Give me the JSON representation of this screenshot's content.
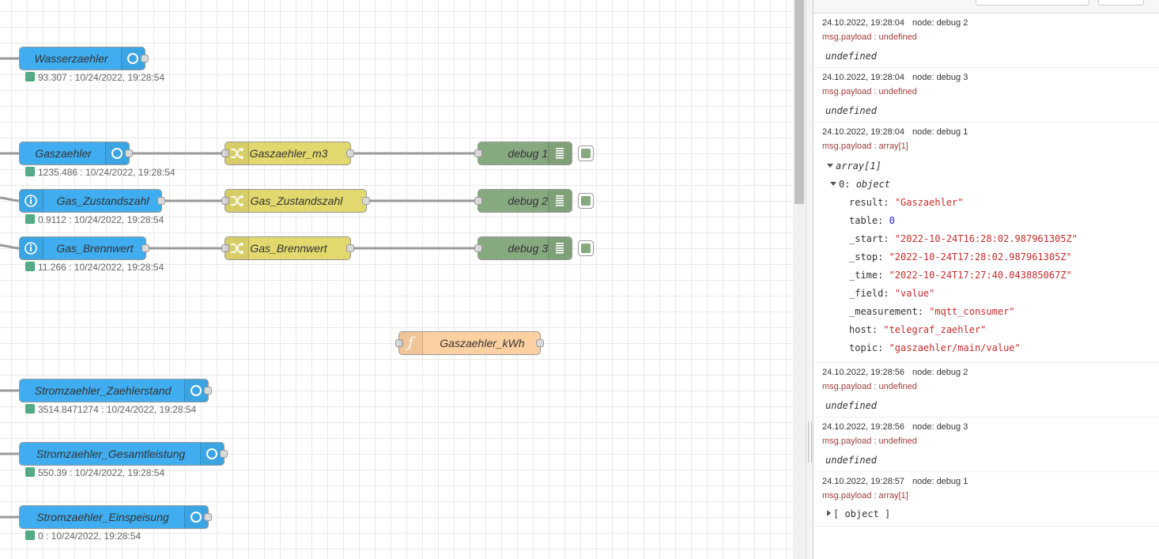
{
  "colors": {
    "inject_node": "#3fadf0",
    "change_node": "#e2d96e",
    "debug_node": "#87a980",
    "function_node": "#fdd0a2",
    "status_ok": "#55aa88",
    "topic_text": "#a13e3e"
  },
  "flow": {
    "nodes": {
      "wasserzaehler": {
        "label": "Wasserzaehler",
        "icon": "circle-icon",
        "status": "93.307 : 10/24/2022, 19:28:54"
      },
      "gaszaehler": {
        "label": "Gaszaehler",
        "icon": "circle-icon",
        "status": "1235.486 : 10/24/2022, 19:28:54"
      },
      "gas_zustandszahl": {
        "label": "Gas_Zustandszahl",
        "icon": "info-icon",
        "status": "0.9112 : 10/24/2022, 19:28:54"
      },
      "gas_brennwert": {
        "label": "Gas_Brennwert",
        "icon": "info-icon",
        "status": "11.266 : 10/24/2022, 19:28:54"
      },
      "change_gaszaehler_m3": {
        "label": "Gaszaehler_m3",
        "icon": "shuffle-icon"
      },
      "change_gas_zustandszahl": {
        "label": "Gas_Zustandszahl",
        "icon": "shuffle-icon"
      },
      "change_gas_brennwert": {
        "label": "Gas_Brennwert",
        "icon": "shuffle-icon"
      },
      "debug1": {
        "label": "debug 1",
        "icon": "list-icon"
      },
      "debug2": {
        "label": "debug 2",
        "icon": "list-icon"
      },
      "debug3": {
        "label": "debug 3",
        "icon": "list-icon"
      },
      "function_gaszaehler_kwh": {
        "label": "Gaszaehler_kWh",
        "icon": "function-icon",
        "icon_glyph": "ƒ"
      },
      "stromzaehler_zaehlerstand": {
        "label": "Stromzaehler_Zaehlerstand",
        "icon": "circle-icon",
        "status": "3514.8471274 : 10/24/2022, 19:28:54"
      },
      "stromzaehler_gesamtleistung": {
        "label": "Stromzaehler_Gesamtleistung",
        "icon": "circle-icon",
        "status": "550.39 : 10/24/2022, 19:28:54"
      },
      "stromzaehler_einspeisung": {
        "label": "Stromzaehler_Einspeisung",
        "icon": "circle-icon",
        "status": "0 : 10/24/2022, 19:28:54"
      }
    }
  },
  "debug": {
    "messages": [
      {
        "time": "24.10.2022, 19:28:04",
        "node": "node: debug 2",
        "topic": "msg.payload : undefined",
        "value": "undefined"
      },
      {
        "time": "24.10.2022, 19:28:04",
        "node": "node: debug 3",
        "topic": "msg.payload : undefined",
        "value": "undefined"
      },
      {
        "time": "24.10.2022, 19:28:04",
        "node": "node: debug 1",
        "topic": "msg.payload : array[1]",
        "tree": {
          "root": "array[1]",
          "item_key": "0",
          "item_type": "object",
          "fields": [
            {
              "key": "result",
              "value": "\"Gaszaehler\"",
              "kind": "str"
            },
            {
              "key": "table",
              "value": "0",
              "kind": "num"
            },
            {
              "key": "_start",
              "value": "\"2022-10-24T16:28:02.987961305Z\"",
              "kind": "str"
            },
            {
              "key": "_stop",
              "value": "\"2022-10-24T17:28:02.987961305Z\"",
              "kind": "str"
            },
            {
              "key": "_time",
              "value": "\"2022-10-24T17:27:40.043885067Z\"",
              "kind": "str"
            },
            {
              "key": "_field",
              "value": "\"value\"",
              "kind": "str"
            },
            {
              "key": "_measurement",
              "value": "\"mqtt_consumer\"",
              "kind": "str"
            },
            {
              "key": "host",
              "value": "\"telegraf_zaehler\"",
              "kind": "str"
            },
            {
              "key": "topic",
              "value": "\"gaszaehler/main/value\"",
              "kind": "str"
            }
          ]
        }
      },
      {
        "time": "24.10.2022, 19:28:56",
        "node": "node: debug 2",
        "topic": "msg.payload : undefined",
        "value": "undefined"
      },
      {
        "time": "24.10.2022, 19:28:56",
        "node": "node: debug 3",
        "topic": "msg.payload : undefined",
        "value": "undefined"
      },
      {
        "time": "24.10.2022, 19:28:57",
        "node": "node: debug 1",
        "topic": "msg.payload : array[1]",
        "collapsed": "[ object ]"
      }
    ]
  }
}
